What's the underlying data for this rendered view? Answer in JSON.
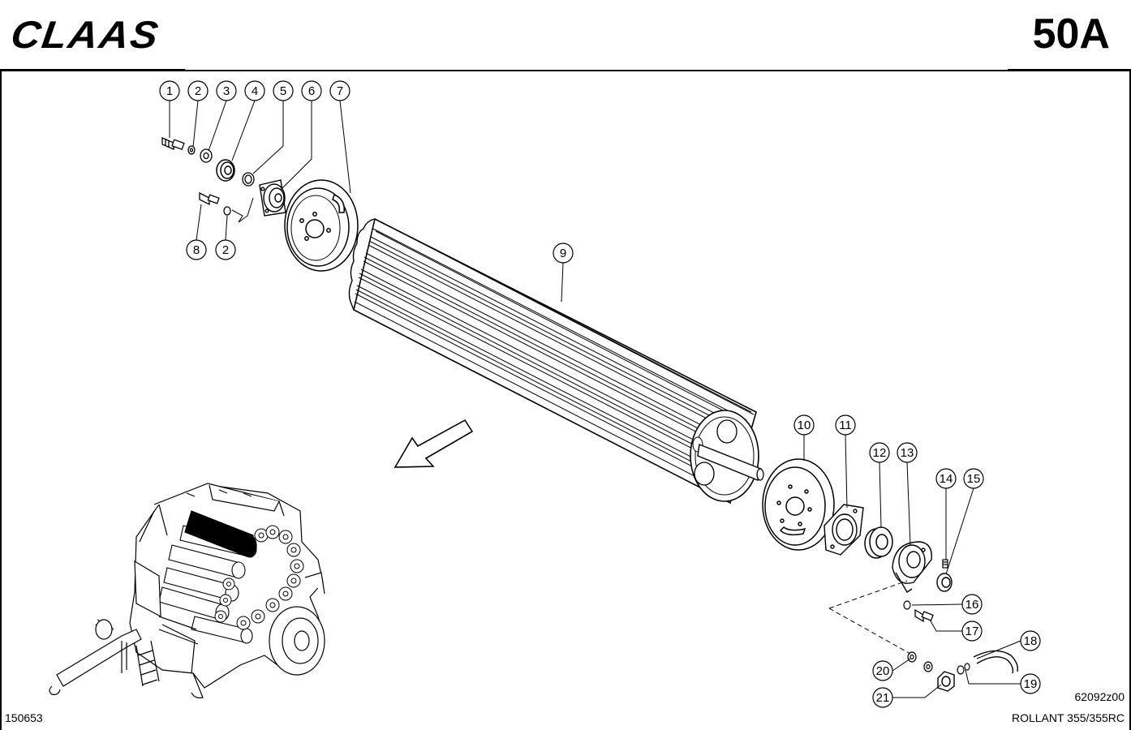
{
  "header": {
    "brand": "CLAAS",
    "page_code": "50A"
  },
  "footer": {
    "left_code": "150653",
    "drawing_code": "62092z00",
    "model": "ROLLANT 355/355RC"
  },
  "callouts": {
    "c1": "1",
    "c2": "2",
    "c3": "3",
    "c4": "4",
    "c5": "5",
    "c6": "6",
    "c7": "7",
    "c8": "8",
    "c2b": "2",
    "c9": "9",
    "c10": "10",
    "c11": "11",
    "c12": "12",
    "c13": "13",
    "c14": "14",
    "c15": "15",
    "c16": "16",
    "c17": "17",
    "c18": "18",
    "c19": "19",
    "c20": "20",
    "c21": "21"
  },
  "colors": {
    "ink": "#000000",
    "paper": "#ffffff",
    "roller_highlight": "#000000"
  }
}
